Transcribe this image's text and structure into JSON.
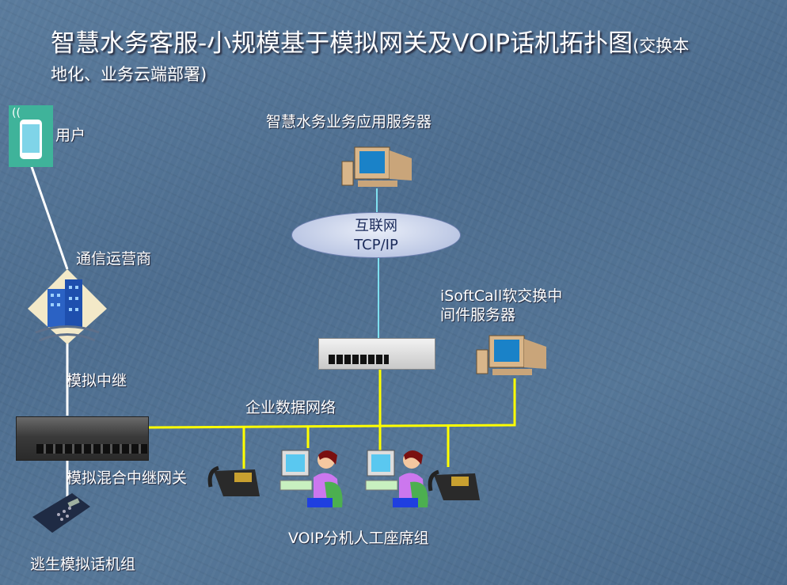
{
  "title": "智慧水务客服-小规模基于模拟网关及VOIP话机拓扑图",
  "title_suffix": "(交换本",
  "subtitle": "地化、业务云端部署)",
  "nodes": {
    "user": "用户",
    "carrier": "通信运营商",
    "analog_trunk": "模拟中继",
    "gateway": "模拟混合中继网关",
    "analog_phones": "逃生模拟话机组",
    "app_server": "智慧水务业务应用服务器",
    "internet_line1": "互联网",
    "internet_line2": "TCP/IP",
    "softswitch_line1": "iSoftCall软交换中",
    "softswitch_line2": "间件服务器",
    "enterprise_network": "企业数据网络",
    "agents": "VOIP分机人工座席组"
  },
  "colors": {
    "lan": "#ffff00",
    "internet_link": "#7fe0f0",
    "trunk": "#ffffff"
  }
}
